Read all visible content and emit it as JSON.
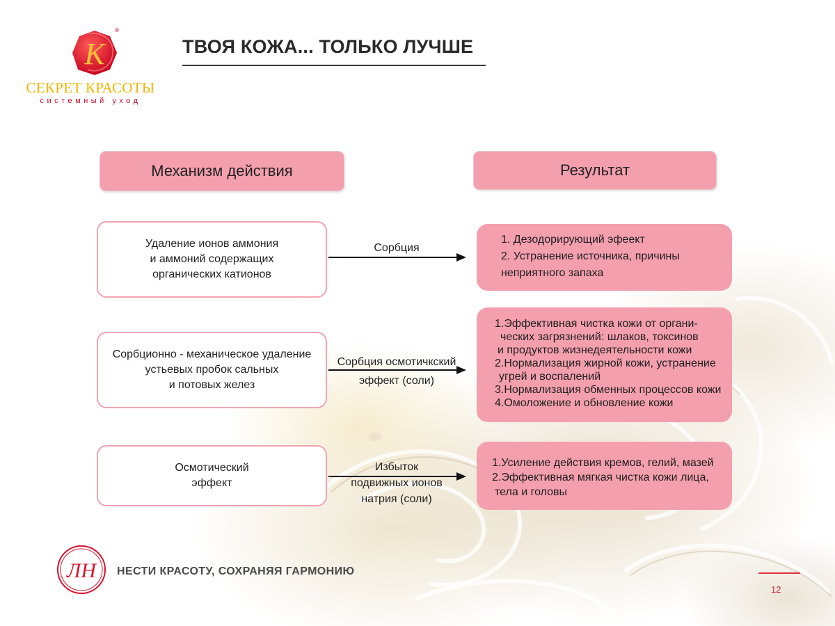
{
  "logo": {
    "letter": "К",
    "registered": "®",
    "brand_name": "СЕКРЕТ КРАСОТЫ",
    "tagline": "системный уход"
  },
  "title": "ТВОЯ КОЖА... ТОЛЬКО ЛУЧШЕ",
  "headers": {
    "mechanism": "Механизм действия",
    "result": "Результат"
  },
  "rows": [
    {
      "mechanism_lines": [
        "Удаление ионов аммония",
        "и аммоний содержащих",
        "органических катионов"
      ],
      "arrow_lines": [
        "Сорбция"
      ],
      "result_lines": [
        "1. Дезодорирующий эфеект",
        "2. Устранение источника, причины",
        "неприятного запаха"
      ]
    },
    {
      "mechanism_lines": [
        "Сорбционно - механическое удаление",
        "устьевых пробок сальных",
        "и потовых желез"
      ],
      "arrow_lines": [
        "Сорбция осмотичкский",
        "эффект (соли)"
      ],
      "result_lines": [
        "1.Эффективная чистка кожи от органи-",
        "ческих загрязнений: шлаков, токсинов",
        "и продуктов жизнедеятельности кожи",
        "2.Нормализация жирной кожи, устранение",
        "угрей и воспалений",
        "3.Нормализация обменных процессов кожи",
        "4.Омоложение и обновление кожи"
      ]
    },
    {
      "mechanism_lines": [
        "Осмотический",
        "эффект"
      ],
      "arrow_lines": [
        "Избыток",
        "подвижных ионов",
        "натрия (соли)"
      ],
      "result_lines": [
        "1.Усиление действия кремов, гелий, мазей",
        "2.Эффективная мягкая чистка кожи лица,",
        "тела и головы"
      ]
    }
  ],
  "footer": {
    "monogram": "ЛН",
    "slogan": "НЕСТИ КРАСОТУ, СОХРАНЯЯ ГАРМОНИЮ",
    "page_number": "12"
  },
  "colors": {
    "accent_pink": "#f49fae",
    "border_pink": "#f1a4b2",
    "brand_red": "#d6142f",
    "brand_gold": "#f0b400"
  }
}
